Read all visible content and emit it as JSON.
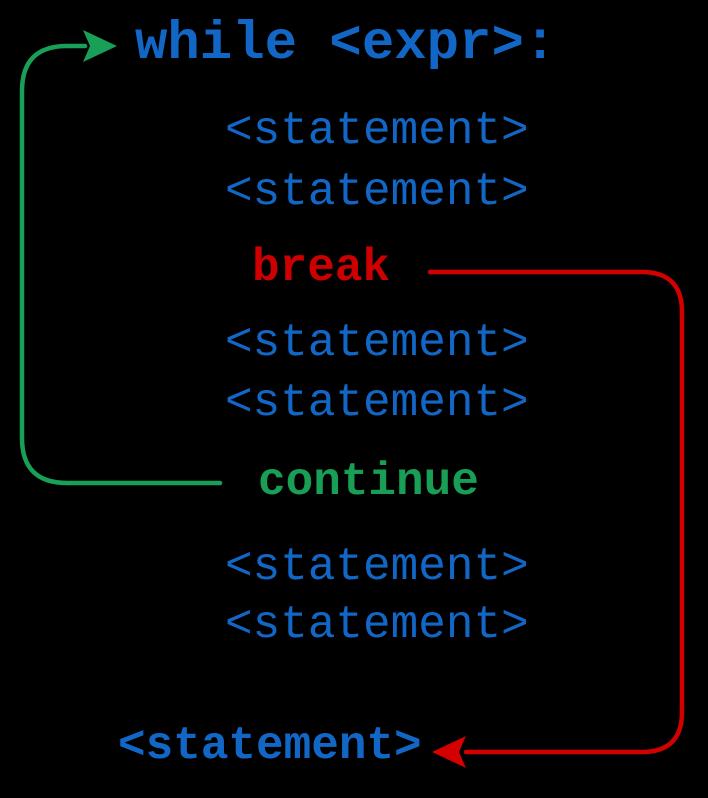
{
  "diagram": {
    "description": "Python while loop flow diagram showing break and continue behavior",
    "header": {
      "text": "while <expr>:"
    },
    "loop_body": [
      {
        "text": "<statement>",
        "kind": "statement"
      },
      {
        "text": "<statement>",
        "kind": "statement"
      },
      {
        "text": "break",
        "kind": "break-keyword"
      },
      {
        "text": "<statement>",
        "kind": "statement"
      },
      {
        "text": "<statement>",
        "kind": "statement"
      },
      {
        "text": "continue",
        "kind": "continue-keyword"
      },
      {
        "text": "<statement>",
        "kind": "statement"
      },
      {
        "text": "<statement>",
        "kind": "statement"
      }
    ],
    "after_loop": {
      "text": "<statement>"
    },
    "arrows": [
      {
        "name": "continue-arrow",
        "from": "continue",
        "to": "while <expr>:",
        "color_key": "continue_green_line"
      },
      {
        "name": "break-arrow",
        "from": "break",
        "to": "<statement> after loop",
        "color_key": "break_red_line"
      }
    ],
    "colors": {
      "background": "#000000",
      "code_blue": "#1267C6",
      "break_red_text": "#CC0000",
      "break_red_line": "#D40000",
      "continue_green_text": "#189E55",
      "continue_green_line": "#18A058"
    }
  }
}
